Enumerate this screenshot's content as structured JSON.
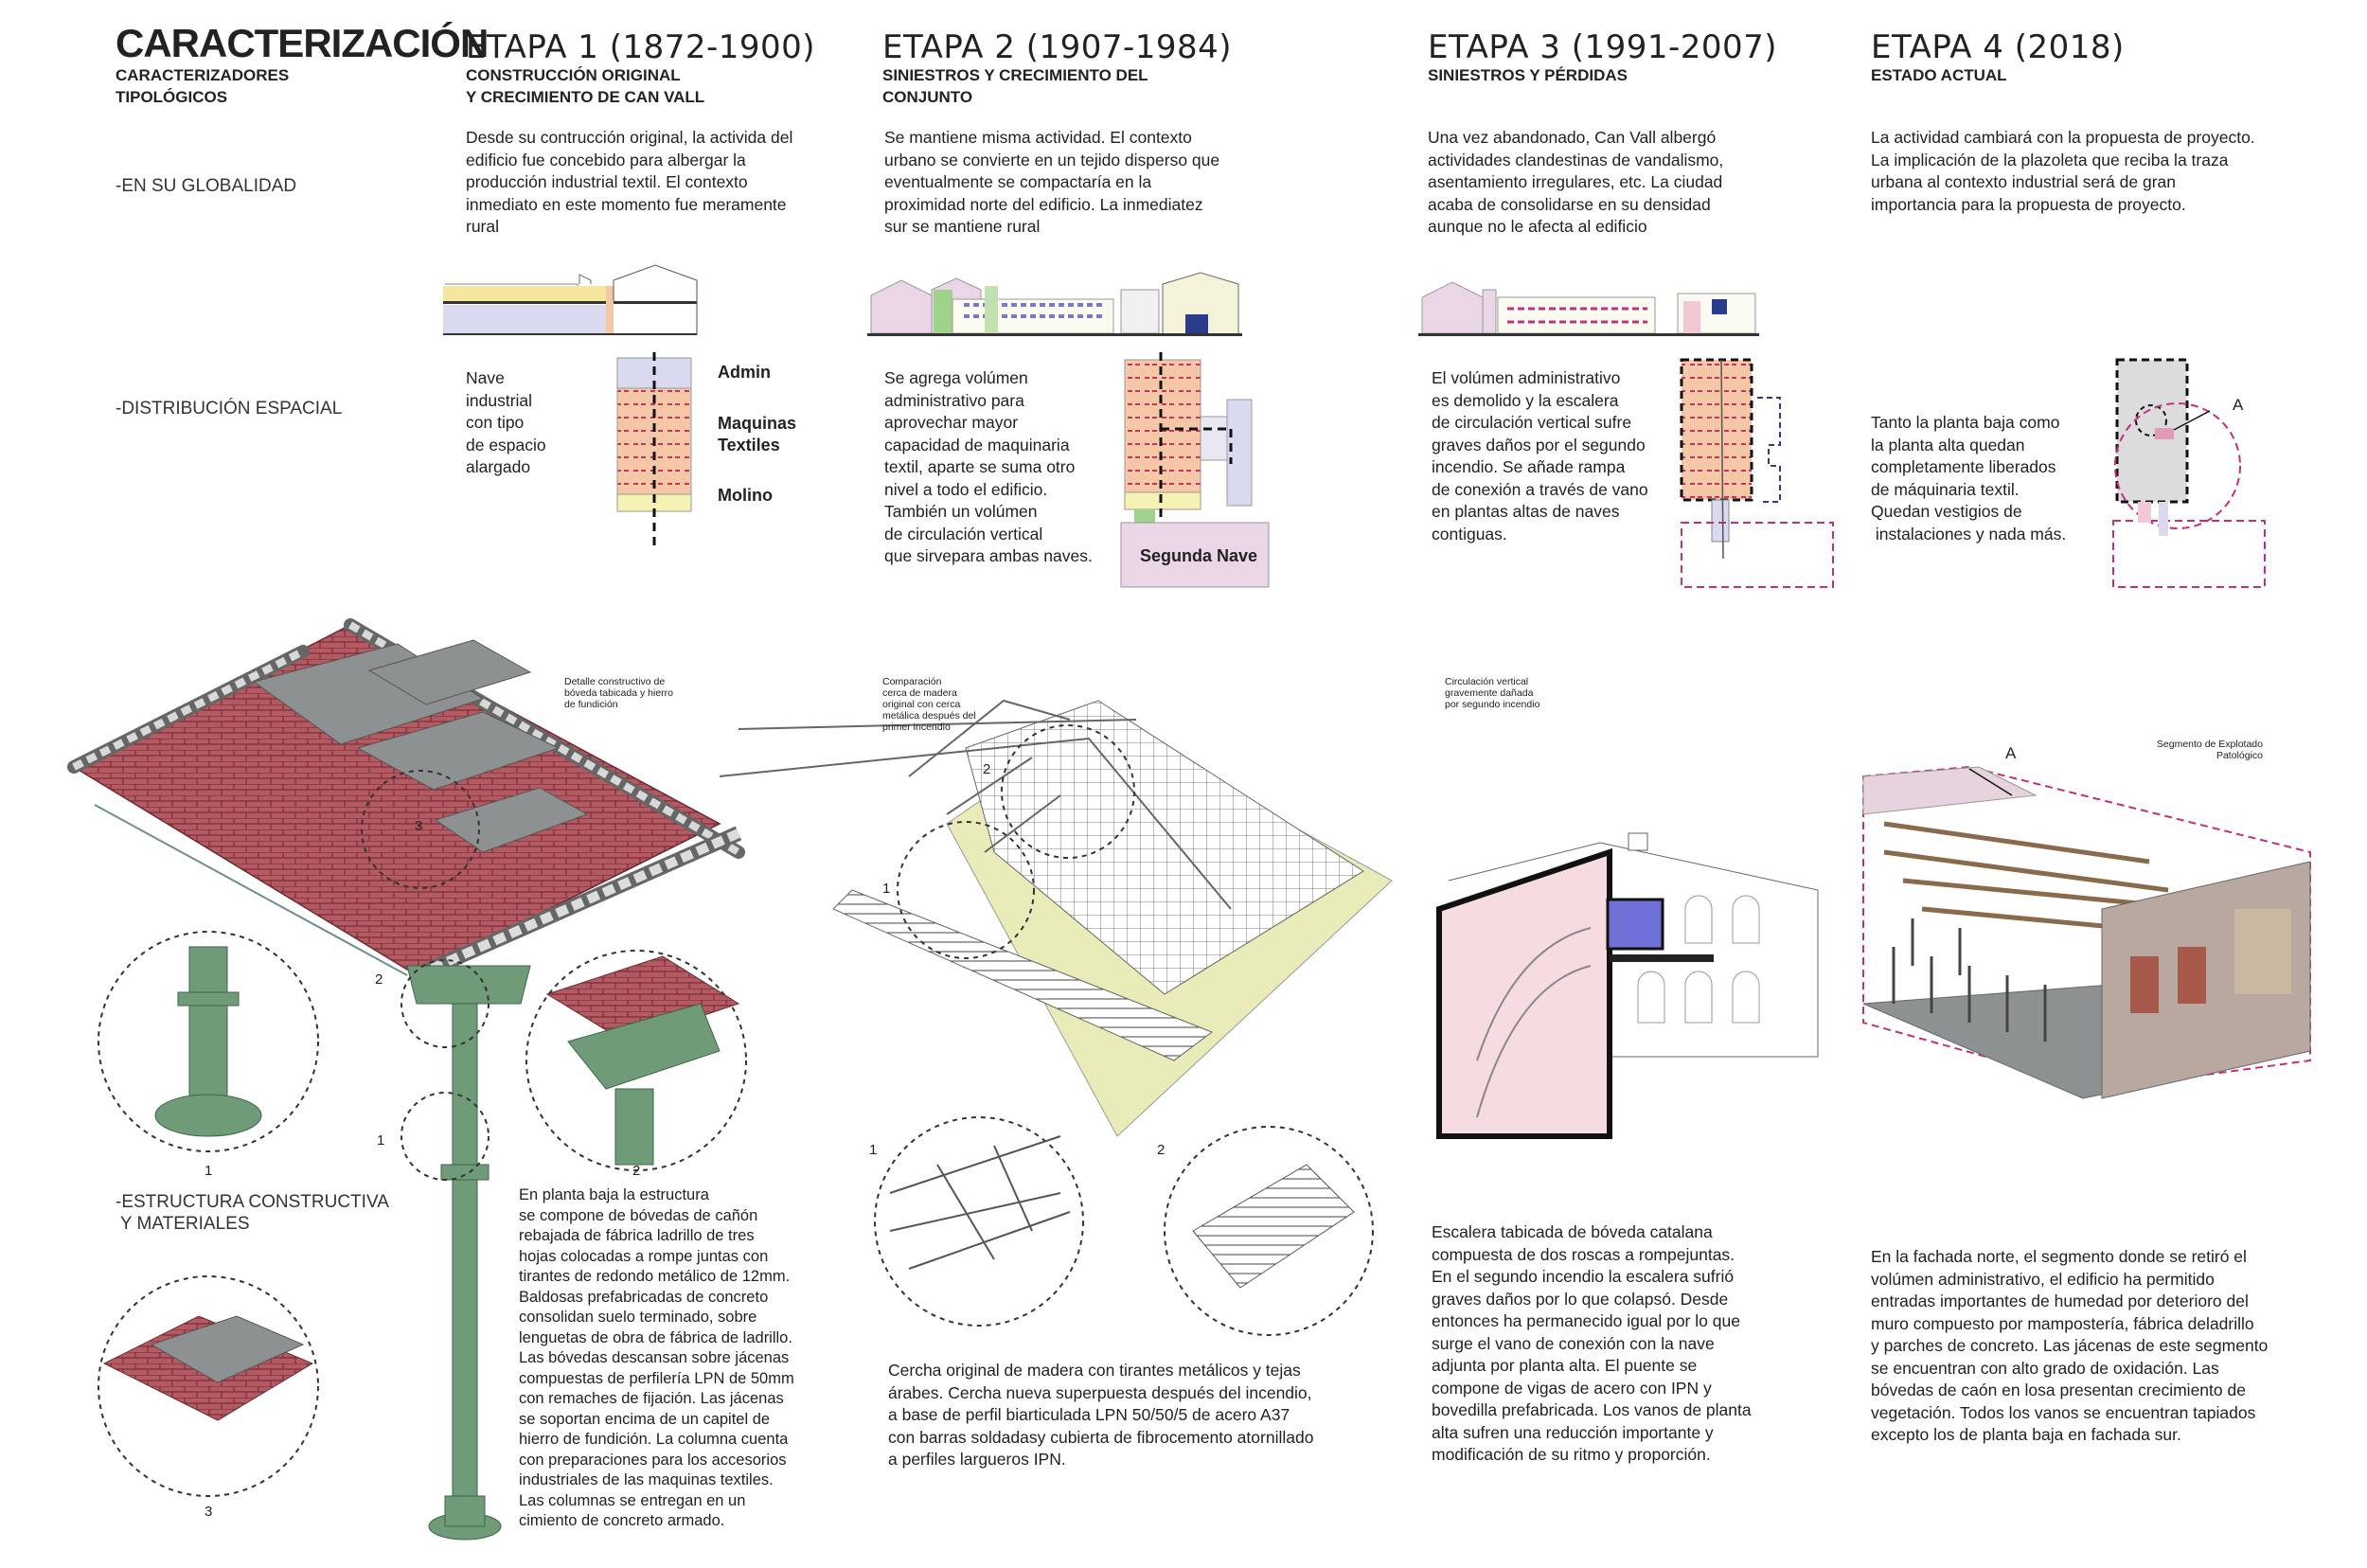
{
  "header": {
    "title": "CARACTERIZACIÓN",
    "subtitle_line1": "CARACTERIZADORES",
    "subtitle_line2": "TIPOLÓGICOS"
  },
  "rows": {
    "global": "-EN SU GLOBALIDAD",
    "spatial": "-DISTRIBUCIÓN ESPACIAL",
    "structure_line1": "-ESTRUCTURA CONSTRUCTIVA",
    "structure_line2": " Y MATERIALES"
  },
  "stages": [
    {
      "title": "ETAPA 1 (1872-1900)",
      "sub1": "CONSTRUCCIÓN ORIGINAL",
      "sub2": "Y CRECIMIENTO DE CAN VALL",
      "global": [
        "Desde su contrucción original, la activida del",
        "edificio fue concebido para albergar la",
        "producción industrial textil. El contexto",
        "inmediato en este momento fue meramente",
        "rural"
      ],
      "spatial": [
        "Nave",
        "industrial",
        "con tipo",
        "de espacio",
        "alargado"
      ],
      "labels": {
        "admin": "Admin",
        "maquinas1": "Maquinas",
        "maquinas2": "Textiles",
        "molino": "Molino"
      },
      "detail_note": [
        "Detalle constructivo de",
        "bóveda tabicada y hierro",
        "de fundición"
      ],
      "structure": [
        "En planta baja la estructura",
        "se compone de bóvedas de cañón",
        "rebajada de fábrica ladrillo de tres",
        "hojas colocadas a rompe juntas con",
        "tirantes de redondo metálico de 12mm.",
        "Baldosas prefabricadas de concreto",
        "consolidan suelo terminado, sobre",
        "lenguetas de obra de fábrica de ladrillo.",
        "Las bóvedas descansan sobre jácenas",
        "compuestas de perfilería LPN de 50mm",
        "con remaches de fijación. Las jácenas",
        "se soportan encima de un capitel de",
        "hierro de fundición. La columna cuenta",
        "con preparaciones para los accesorios",
        "industriales de las maquinas textiles.",
        "Las columnas se entregan en un",
        "cimiento de concreto armado."
      ],
      "nums": {
        "n1": "1",
        "n2": "2",
        "n3": "3"
      }
    },
    {
      "title": "ETAPA 2 (1907-1984)",
      "sub1": "SINIESTROS Y CRECIMIENTO DEL",
      "sub2": "CONJUNTO",
      "global": [
        "Se mantiene misma actividad. El contexto",
        "urbano se convierte en un tejido disperso que",
        "eventualmente se compactaría en la",
        "proximidad norte del edificio. La inmediatez",
        "sur se mantiene rural"
      ],
      "spatial": [
        "Se agrega volúmen",
        "administrativo para",
        "aprovechar mayor",
        "capacidad de maquinaria",
        "textil, aparte se suma otro",
        "nivel a todo el edificio.",
        "También un volúmen",
        "de circulación vertical",
        "que sirvepara ambas naves."
      ],
      "label_nave": "Segunda Nave",
      "detail_note": [
        "Comparación",
        "cerca de madera",
        "original con cerca",
        "metálica después del",
        "primer incendio"
      ],
      "structure": [
        "Cercha original de madera con tirantes metálicos y tejas",
        "árabes. Cercha nueva superpuesta después del incendio,",
        "a base de perfil biarticulada LPN 50/50/5 de acero A37",
        "con barras soldadasy cubierta de fibrocemento atornillado",
        "a perfiles largueros IPN."
      ],
      "nums": {
        "n1": "1",
        "n2": "2"
      }
    },
    {
      "title": "ETAPA 3 (1991-2007)",
      "sub1": "SINIESTROS Y PÉRDIDAS",
      "global": [
        "Una vez abandonado, Can Vall albergó",
        "actividades clandestinas de vandalismo,",
        "asentamiento irregulares, etc. La ciudad",
        "acaba de consolidarse en su densidad",
        "aunque no le afecta al edificio"
      ],
      "spatial": [
        "El volúmen administrativo",
        "es demolido y la escalera",
        "de circulación vertical sufre",
        "graves daños por el segundo",
        "incendio. Se añade rampa",
        "de conexión a través de vano",
        "en plantas altas de naves",
        "contiguas."
      ],
      "detail_note": [
        "Circulación vertical",
        "gravemente dañada",
        "por segundo incendio"
      ],
      "structure": [
        "Escalera tabicada de bóveda catalana",
        "compuesta de dos roscas a rompejuntas.",
        "En el segundo incendio la escalera sufrió",
        "graves daños por lo que colapsó. Desde",
        "entonces ha permanecido igual por lo que",
        "surge el vano de conexión con la nave",
        "adjunta por planta alta. El puente se",
        "compone de vigas de acero con IPN y",
        "bovedilla prefabricada. Los vanos de planta",
        "alta sufren una reducción importante y",
        "modificación de su ritmo y proporción."
      ]
    },
    {
      "title": "ETAPA 4 (2018)",
      "sub1": "ESTADO ACTUAL",
      "global": [
        "La actividad cambiará con la propuesta de proyecto.",
        "La implicación de la plazoleta que reciba la traza",
        "urbana al contexto industrial será de gran",
        "importancia para la propuesta de proyecto."
      ],
      "spatial": [
        "Tanto la planta baja como",
        "la planta alta quedan",
        "completamente liberados",
        "de máquinaria textil.",
        "Quedan vestigios de",
        " instalaciones y nada más."
      ],
      "marker": "A",
      "detail_note": [
        "Segmento de Explotado",
        "Patológico"
      ],
      "structure": [
        "En la fachada norte, el segmento donde se retiró el",
        "volúmen administrativo, el edificio ha permitido",
        "entradas importantes de humedad por deterioro del",
        "muro compuesto por mampostería, fábrica deladrillo",
        "y parches de concreto. Las jácenas de este segmento",
        "se encuentran con alto grado de oxidación. Las",
        "bóvedas de caón en losa presentan crecimiento de",
        "vegetación. Todos los vanos se encuentran tapiados",
        "excepto los de planta baja en fachada sur."
      ]
    }
  ],
  "colors": {
    "brick": "#b45a63",
    "slab": "#8e9191",
    "steel": "#6f9b78",
    "admin": "#d9d9ef",
    "machines": "#f5c7a6",
    "mill": "#f6f2b4",
    "pink": "#ead6e6",
    "magenta": "#c2307c",
    "navy": "#2c3c8c",
    "ground": "#e9ecb9"
  }
}
